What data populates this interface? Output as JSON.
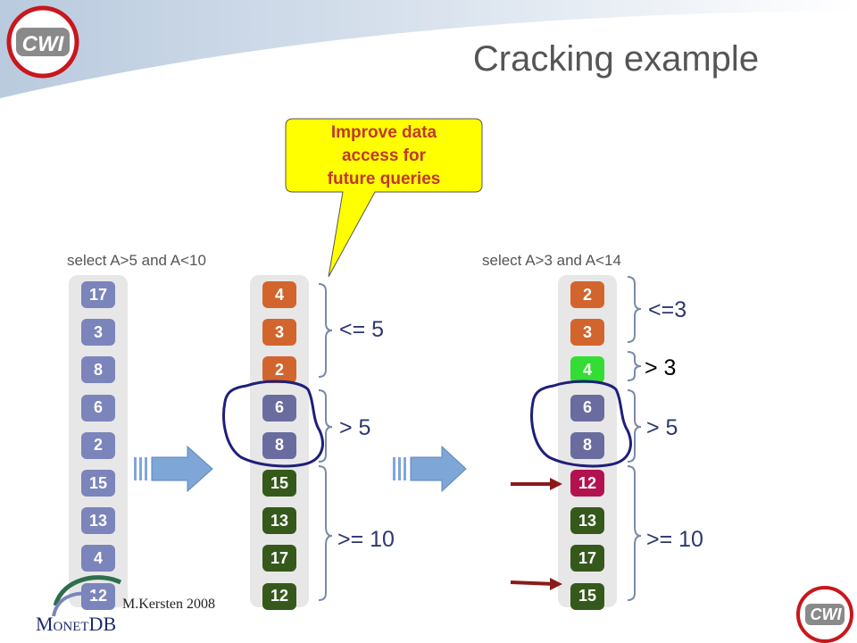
{
  "title": "Cracking example",
  "callout": {
    "lines": [
      "Improve data",
      "access for",
      "future queries"
    ]
  },
  "queries": {
    "first": "select A>5 and A<10",
    "second": "select A>3 and A<14"
  },
  "columns": {
    "original": {
      "values": [
        "17",
        "3",
        "8",
        "6",
        "2",
        "15",
        "13",
        "4",
        "12"
      ],
      "color": "#7b84bb"
    },
    "cracked1": {
      "values": [
        "4",
        "3",
        "2",
        "6",
        "8",
        "15",
        "13",
        "17",
        "12"
      ],
      "colors": [
        "#d2652d",
        "#d2652d",
        "#d2652d",
        "#6a6c9f",
        "#6a6c9f",
        "#35591b",
        "#35591b",
        "#35591b",
        "#35591b"
      ]
    },
    "cracked2": {
      "values": [
        "2",
        "3",
        "4",
        "6",
        "8",
        "12",
        "13",
        "17",
        "15"
      ],
      "colors": [
        "#d2652d",
        "#d2652d",
        "#33dd33",
        "#6a6c9f",
        "#6a6c9f",
        "#b4124e",
        "#35591b",
        "#35591b",
        "#35591b"
      ]
    }
  },
  "labels1": {
    "le5": "<= 5",
    "gt5": "> 5",
    "ge10": ">= 10"
  },
  "labels2": {
    "le3": "<=3",
    "gt3": "> 3",
    "gt5": "> 5",
    "ge10": ">= 10"
  },
  "footer": "M.Kersten 2008",
  "logos": {
    "cwi": "CWI",
    "monetdb": "MonetDB"
  },
  "colors": {
    "title": "#555555",
    "callout_fill": "#ffff00",
    "callout_text": "#c0392b",
    "brace": "#7a8aa8",
    "arrow": "#7ea7d8",
    "loop": "#1f1f7a",
    "red_arrow": "#8b1a1a"
  }
}
